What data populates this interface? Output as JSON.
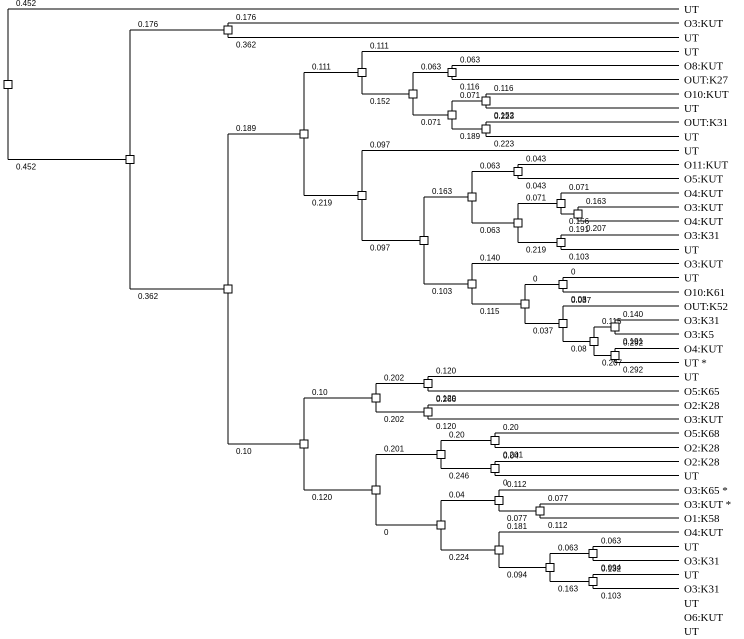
{
  "tree": {
    "leaves": [
      "UT",
      "O3:KUT",
      "UT",
      "UT",
      "O8:KUT",
      "OUT:K27",
      "O10:KUT",
      "UT",
      "OUT:K31",
      "UT",
      "UT",
      "O11:KUT",
      "O5:KUT",
      "O4:KUT",
      "O3:KUT",
      "O4:KUT",
      "O3:K31",
      "UT",
      "O3:KUT",
      "UT",
      "O10:K61",
      "OUT:K52",
      "O3:K31",
      "O3:K5",
      "O4:KUT",
      "UT *",
      "UT",
      "O5:K65",
      "O2:K28",
      "O3:KUT",
      "O5:K68",
      "O2:K28",
      "O2:K28",
      "UT",
      "O3:K65  *",
      "O3:KUT  *",
      "O1:K58",
      "O4:KUT",
      "UT",
      "O3:K31",
      "UT",
      "O3:K31",
      "UT",
      "O6:KUT",
      "UT"
    ],
    "edge_labels": [
      "0.452",
      "0.452",
      "0.176",
      "0.176",
      "0.362",
      "0.362",
      "0.189",
      "0.111",
      "0.111",
      "0.152",
      "0.063",
      "0.063",
      "0.116",
      "0.071",
      "0.071",
      "0.116",
      "0.152",
      "0.189",
      "0.223",
      "0.223",
      "0.219",
      "0.097",
      "0.097",
      "0.163",
      "0.063",
      "0.043",
      "0.043",
      "0.063",
      "0.071",
      "0.071",
      "0.156",
      "0.163",
      "0.207",
      "0.219",
      "0.191",
      "0.103",
      "0.103",
      "0.140",
      "0.115",
      "0",
      "0",
      "0.08",
      "0.037",
      "0.037",
      "0.08",
      "0.115",
      "0.140",
      "0.191",
      "0.207",
      "0.292",
      "0.292",
      "0.10",
      "0.10",
      "0.202",
      "0.120",
      "0.120",
      "0.202",
      "0.266",
      "0.120",
      "0.120",
      "0.201",
      "0.20",
      "0.20",
      "0.201",
      "0.246",
      "0.04",
      "0",
      "0",
      "0.04",
      "0.112",
      "0.077",
      "0.077",
      "0.112",
      "0.224",
      "0.181",
      "0.094",
      "0.063",
      "0.063",
      "0.094",
      "0.163",
      "0.132",
      "0.103",
      "0.103",
      "0.132",
      "0.163",
      "0.181",
      "0.224",
      "0.246",
      "0.266"
    ]
  }
}
